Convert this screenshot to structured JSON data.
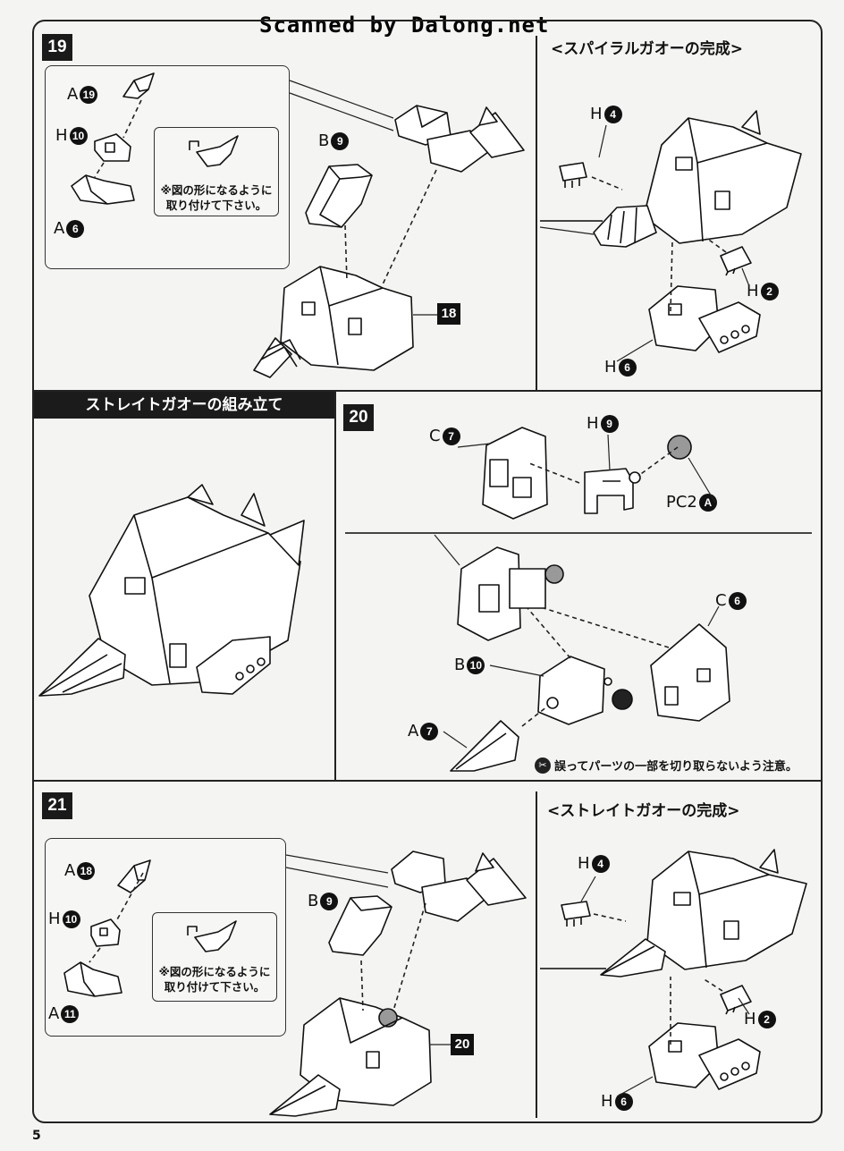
{
  "watermark": "Scanned by Dalong.net",
  "page_number": "5",
  "step19": {
    "number": "19",
    "result_tag": "18",
    "inset_note_line1": "※図の形になるように",
    "inset_note_line2": "取り付けて下さい。",
    "parts": [
      {
        "letter": "A",
        "num": "19"
      },
      {
        "letter": "H",
        "num": "10"
      },
      {
        "letter": "A",
        "num": "6"
      },
      {
        "letter": "B",
        "num": "9"
      }
    ]
  },
  "spiral_complete": {
    "title": "<スパイラルガオーの完成>",
    "parts": [
      {
        "letter": "H",
        "num": "4"
      },
      {
        "letter": "H",
        "num": "2"
      },
      {
        "letter": "H",
        "num": "6"
      }
    ]
  },
  "straight_assembly": {
    "header": "ストレイトガオーの組み立て"
  },
  "step20": {
    "number": "20",
    "parts": [
      {
        "letter": "C",
        "num": "7"
      },
      {
        "letter": "H",
        "num": "9"
      },
      {
        "letter": "PC2",
        "num": "A"
      },
      {
        "letter": "C",
        "num": "6"
      },
      {
        "letter": "B",
        "num": "10"
      },
      {
        "letter": "A",
        "num": "7"
      }
    ],
    "caution": "誤ってパーツの一部を切り取らないよう注意。"
  },
  "step21": {
    "number": "21",
    "result_tag": "20",
    "inset_note_line1": "※図の形になるように",
    "inset_note_line2": "取り付けて下さい。",
    "parts": [
      {
        "letter": "A",
        "num": "18"
      },
      {
        "letter": "H",
        "num": "10"
      },
      {
        "letter": "A",
        "num": "11"
      },
      {
        "letter": "B",
        "num": "9"
      }
    ]
  },
  "straight_complete": {
    "title": "<ストレイトガオーの完成>",
    "parts": [
      {
        "letter": "H",
        "num": "4"
      },
      {
        "letter": "H",
        "num": "2"
      },
      {
        "letter": "H",
        "num": "6"
      }
    ]
  }
}
